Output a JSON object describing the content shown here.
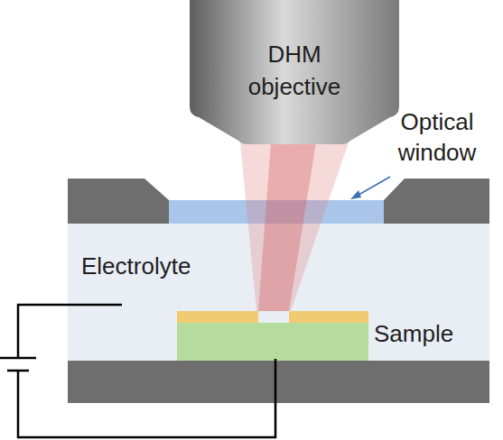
{
  "diagram": {
    "nodes": [
      {
        "text": [
          "DHM objective"
        ]
      }
    ],
    "labels": [
      "Optical window",
      "Electrolyte",
      "Sample"
    ]
  }
}
